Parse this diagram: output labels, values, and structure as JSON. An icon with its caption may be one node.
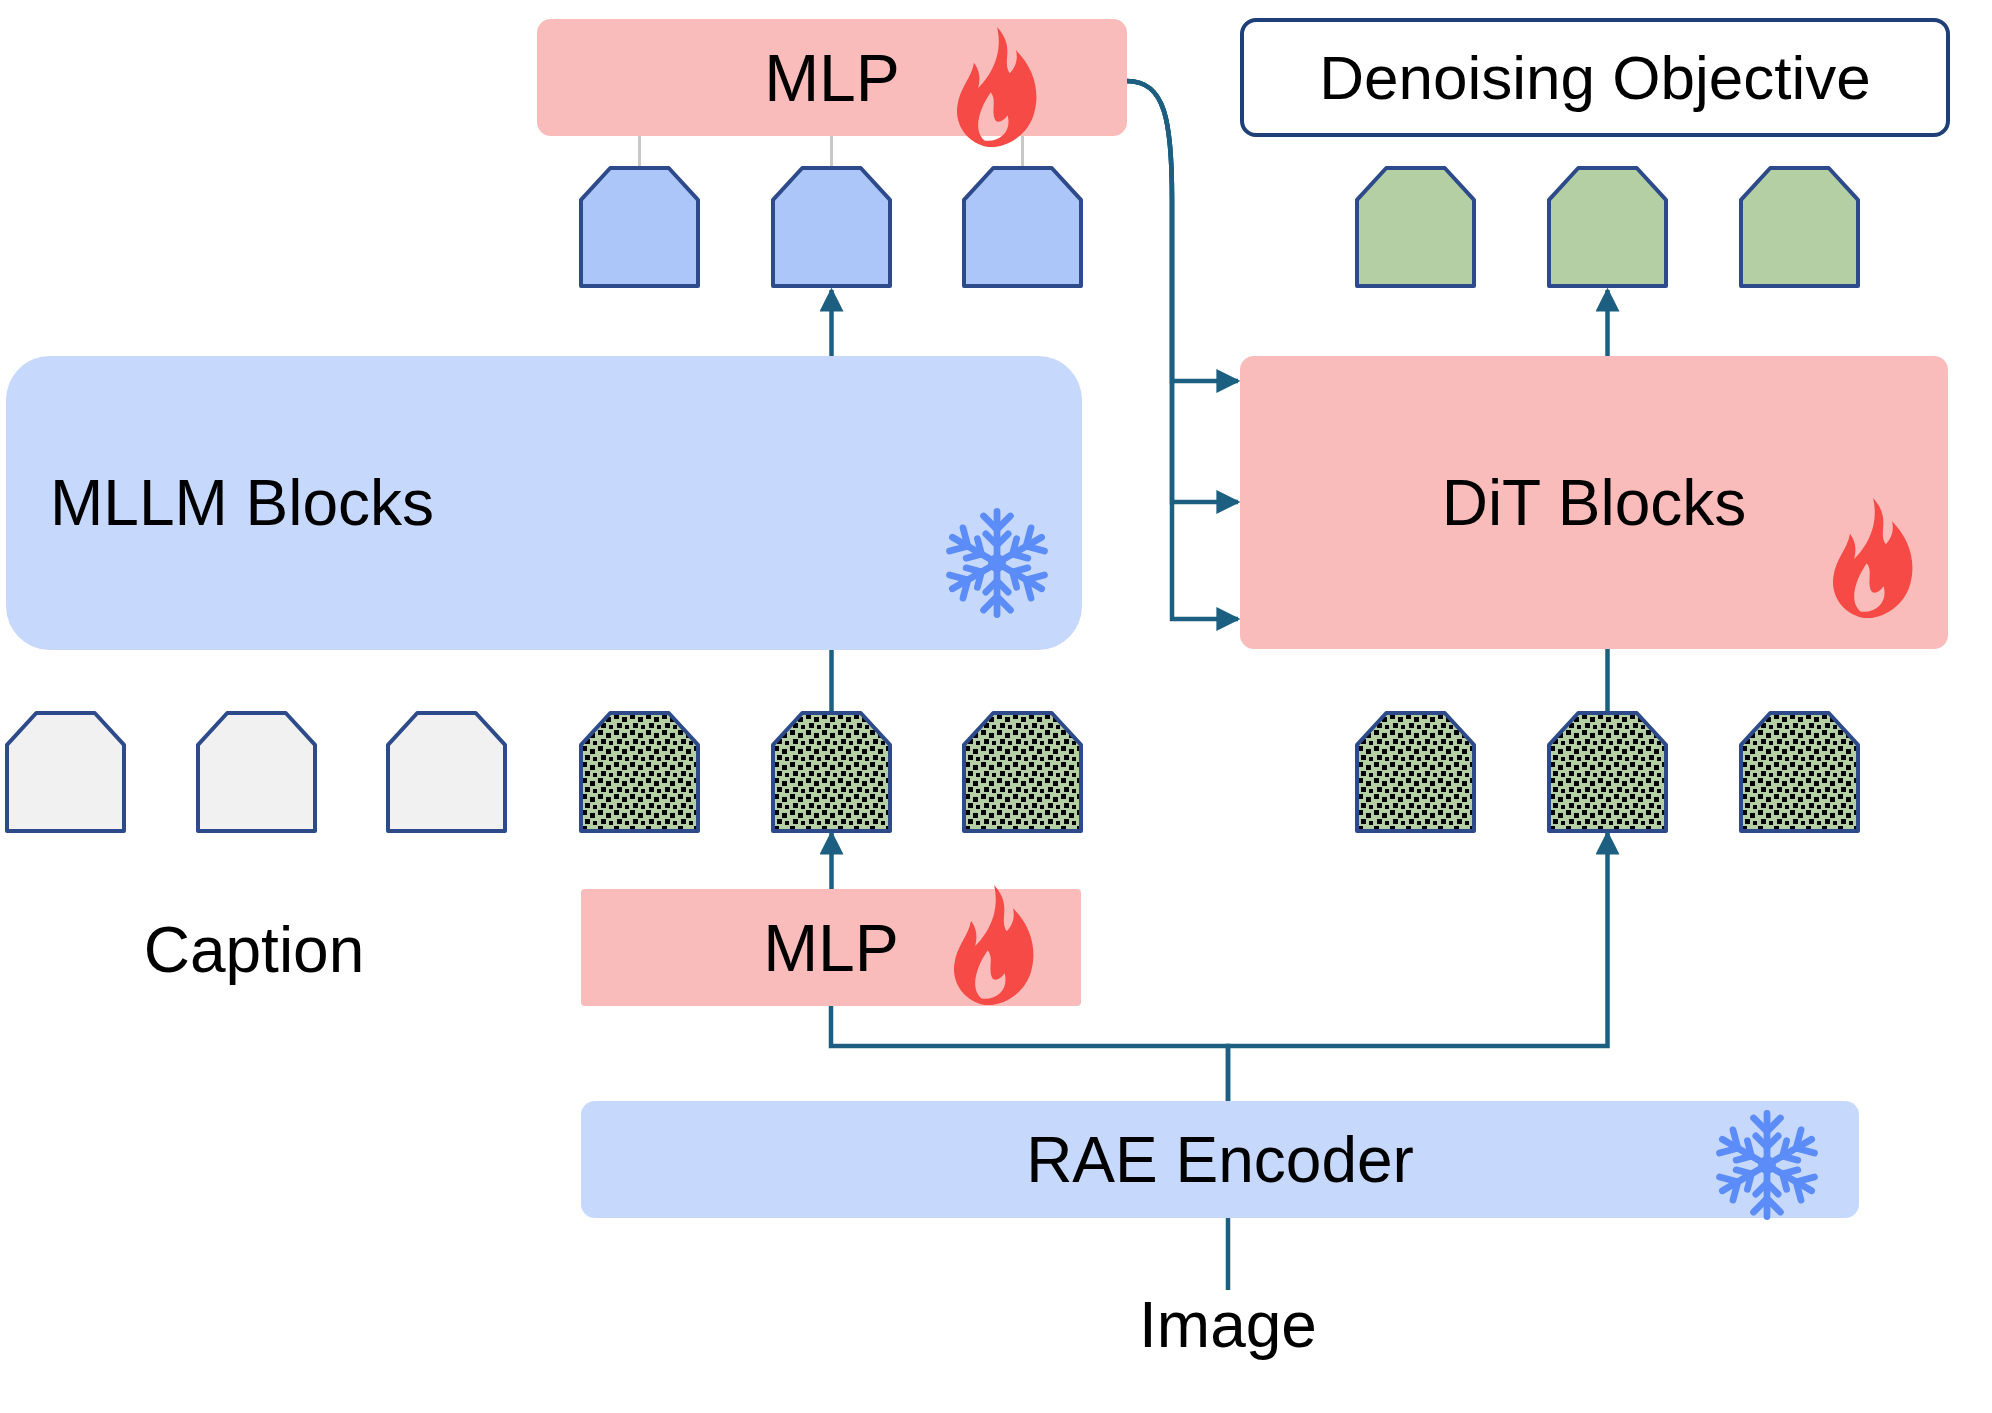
{
  "diagram": {
    "nodes": [
      {
        "text": [
          "MLP"
        ]
      },
      {
        "text": [
          "Denoising Objective"
        ]
      },
      {
        "text": [],
        "shape": "pentagon"
      },
      {
        "text": [],
        "shape": "pentagon"
      },
      {
        "text": [],
        "shape": "pentagon"
      },
      {
        "text": [],
        "shape": "pentagon"
      },
      {
        "text": [],
        "shape": "pentagon"
      },
      {
        "text": [],
        "shape": "pentagon"
      },
      {
        "text": [
          "MLLM Blocks"
        ]
      },
      {
        "text": [
          "DiT Blocks"
        ]
      },
      {
        "text": [],
        "shape": "pentagon"
      },
      {
        "text": [],
        "shape": "pentagon"
      },
      {
        "text": [],
        "shape": "pentagon"
      },
      {
        "text": [],
        "shape": "pentagon"
      },
      {
        "text": [],
        "shape": "pentagon"
      },
      {
        "text": [],
        "shape": "pentagon"
      },
      {
        "text": [],
        "shape": "pentagon"
      },
      {
        "text": [],
        "shape": "pentagon"
      },
      {
        "text": [],
        "shape": "pentagon"
      },
      {
        "text": [
          "MLP"
        ]
      },
      {
        "text": [
          "RAE Encoder"
        ]
      },
      {
        "text": [
          "Image"
        ]
      }
    ],
    "edges": [
      {
        "from": 21,
        "to": 20,
        "arrow": "none"
      },
      {
        "from": 20,
        "to": 19,
        "arrow": "none"
      },
      {
        "from": 19,
        "to": 14,
        "arrow": "to"
      },
      {
        "from": 20,
        "to": 17,
        "arrow": "to"
      },
      {
        "from": 14,
        "to": 8,
        "arrow": "none"
      },
      {
        "from": 8,
        "to": 3,
        "arrow": "to"
      },
      {
        "from": 17,
        "to": 9,
        "arrow": "none"
      },
      {
        "from": 9,
        "to": 6,
        "arrow": "to"
      },
      {
        "from": 2,
        "to": 0,
        "arrow": "none",
        "color": "#c8c8c8"
      },
      {
        "from": 3,
        "to": 0,
        "arrow": "none",
        "color": "#c8c8c8"
      },
      {
        "from": 4,
        "to": 0,
        "arrow": "none",
        "color": "#c8c8c8"
      },
      {
        "from": 0,
        "to": 9,
        "arrow": "to"
      },
      {
        "from": 0,
        "to": 9,
        "arrow": "to"
      },
      {
        "from": 0,
        "to": 9,
        "arrow": "to"
      }
    ],
    "labels": [
      "Caption"
    ]
  }
}
